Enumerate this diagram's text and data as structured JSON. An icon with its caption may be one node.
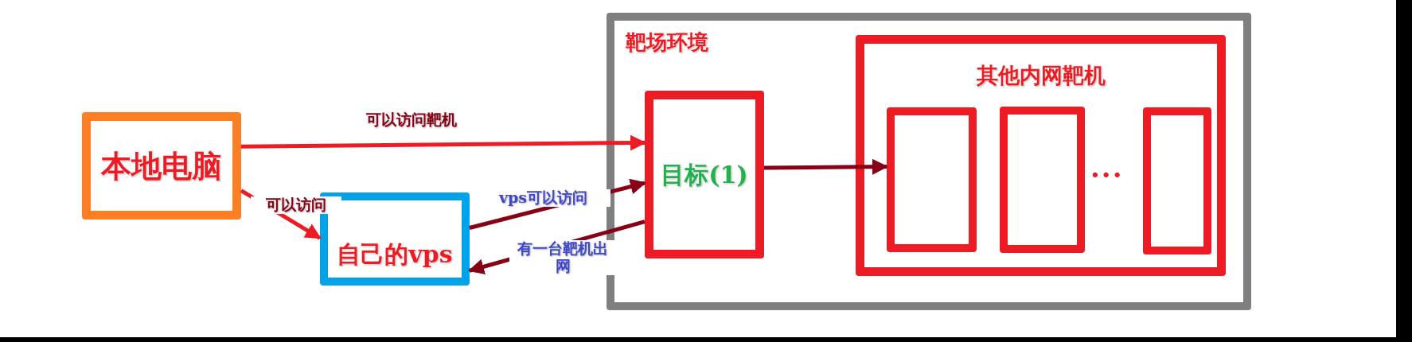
{
  "diagram": {
    "nodes": [
      {
        "text": [
          "本地电脑"
        ]
      },
      {
        "text": [
          "自己的vps"
        ]
      },
      {
        "text": [
          "靶场环境"
        ]
      },
      {
        "text": [
          "目标(1)"
        ],
        "in": 2
      },
      {
        "text": [
          "其他内网靶机"
        ],
        "in": 2
      },
      {
        "text": [],
        "shape": "box",
        "in": 4
      },
      {
        "text": [],
        "shape": "box",
        "in": 4
      },
      {
        "text": [],
        "shape": "box",
        "in": 4
      }
    ],
    "edges": [
      {
        "from": 0,
        "to": 3,
        "arrow": "to",
        "label": "可以访问靶机",
        "color": "#ed1c24"
      },
      {
        "from": 0,
        "to": 1,
        "arrow": "to",
        "label": "可以访问",
        "color": "#ed1c24"
      },
      {
        "from": 1,
        "to": 3,
        "arrow": "to",
        "label": "vps可以访问"
      },
      {
        "from": 3,
        "to": 1,
        "arrow": "to",
        "label": "有一台靶机出网"
      },
      {
        "from": 3,
        "to": 5,
        "arrow": "to"
      }
    ],
    "labels": [
      "···"
    ]
  }
}
